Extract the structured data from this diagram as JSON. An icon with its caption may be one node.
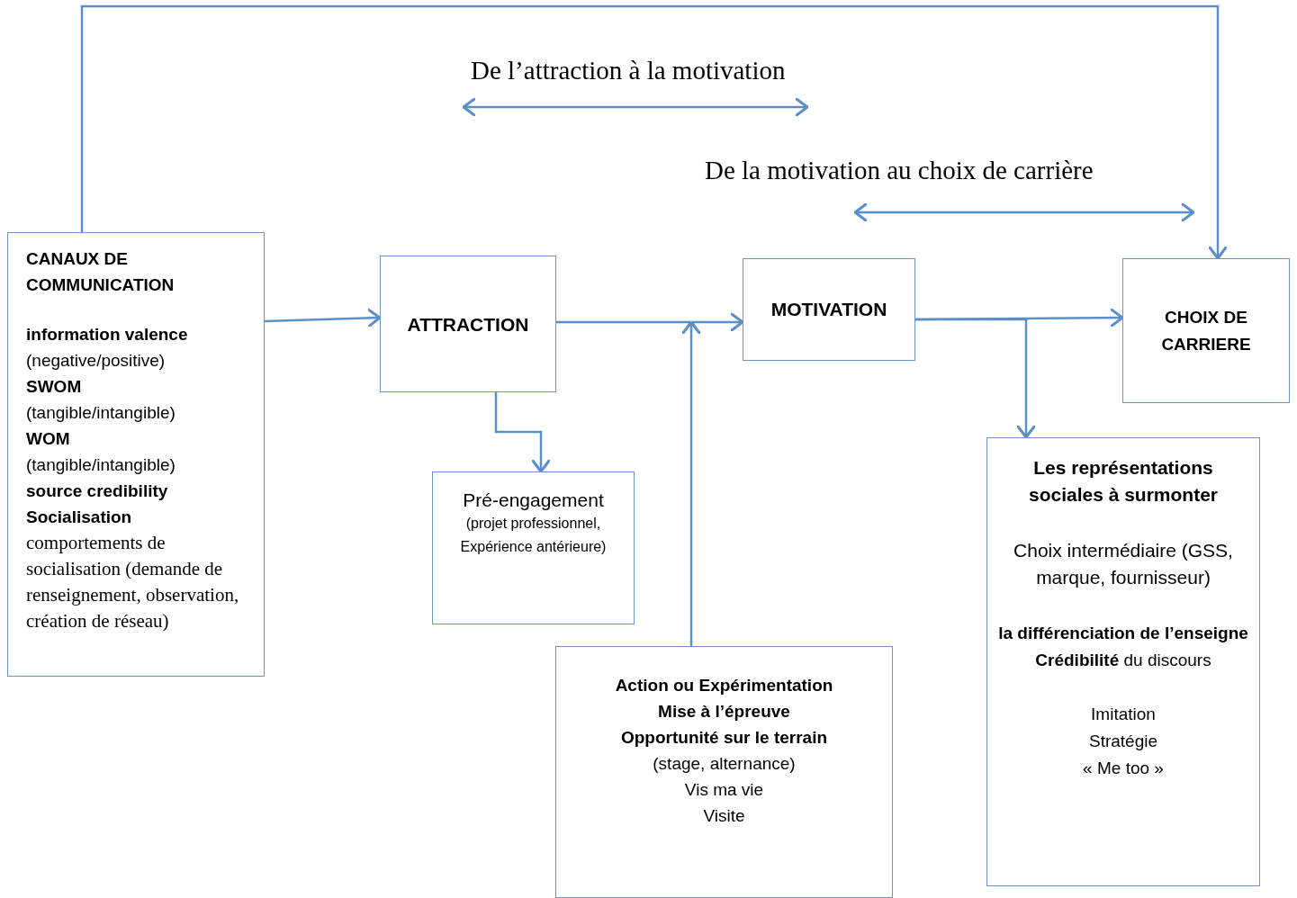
{
  "diagram": {
    "nodes": [
      {
        "text": [
          "CANAUX DE COMMUNICATION",
          "information valence",
          "(negative/positive)",
          "SWOM",
          "(tangible/intangible)",
          "WOM",
          "(tangible/intangible)",
          "source credibility",
          "Socialisation",
          "comportements de socialisation (demande de renseignement, observation, création de réseau)"
        ]
      },
      {
        "text": [
          "ATTRACTION"
        ]
      },
      {
        "text": [
          "MOTIVATION"
        ]
      },
      {
        "text": [
          "CHOIX DE CARRIERE"
        ]
      },
      {
        "text": [
          "Pré-engagement",
          "(projet professionnel, Expérience antérieure)"
        ]
      },
      {
        "text": [
          "Action ou Expérimentation",
          "Mise à l’épreuve",
          "Opportunité sur le terrain",
          "(stage, alternance)",
          "Vis ma vie",
          "Visite"
        ]
      },
      {
        "text": [
          "Les représentations sociales à surmonter",
          "Choix intermédiaire (GSS, marque, fournisseur)",
          "la différenciation de l’enseigne",
          "**Crédibilité** du discours",
          "Imitation",
          "Stratégie",
          "« Me too »"
        ]
      }
    ],
    "edges": [
      {
        "from": 0,
        "to": 1,
        "arrow": "to"
      },
      {
        "from": 1,
        "to": 2,
        "arrow": "to"
      },
      {
        "from": 2,
        "to": 3,
        "arrow": "to"
      },
      {
        "from": 1,
        "to": 4,
        "arrow": "to"
      },
      {
        "from": 5,
        "to": null,
        "arrow": "to"
      },
      {
        "from": 2,
        "to": 6,
        "arrow": "to"
      },
      {
        "from": 0,
        "to": 3,
        "arrow": "to"
      }
    ],
    "labels": [
      "De l’attraction à la motivation",
      "De la motivation au choix de carrière"
    ]
  }
}
